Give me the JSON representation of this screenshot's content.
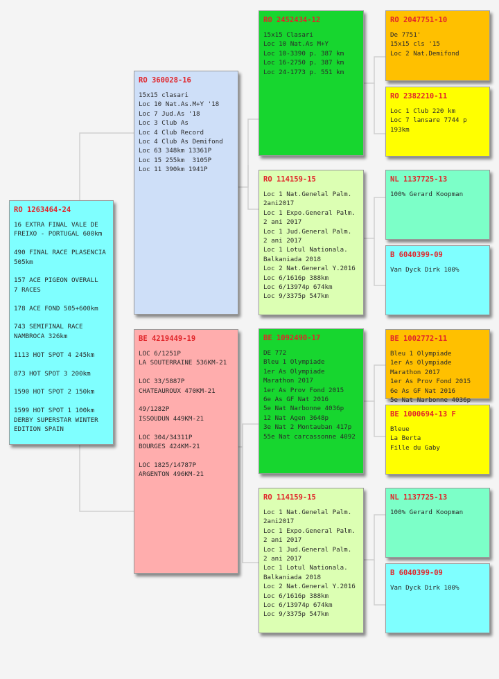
{
  "cards": {
    "subject": {
      "ring": "RO 1263464-24",
      "text": "16 EXTRA FINAL VALE DE\nFREIXO - PORTUGAL 600km\n\n490 FINAL RACE PLASENCIA\n505km\n\n157 ACE PIGEON OVERALL\n7 RACES\n\n178 ACE FOND 505+600km\n\n743 SEMIFINAL RACE\nNAMBROCA 326km\n\n1113 HOT SPOT 4 245km\n\n873 HOT SPOT 3 200km\n\n1590 HOT SPOT 2 150km\n\n1599 HOT SPOT 1 100km\nDERBY SUPERSTAR WINTER\nEDITION SPAIN"
    },
    "sire": {
      "ring": "RO 360028-16",
      "text": "15x15 clasari\nLoc 10 Nat.As.M+Y '18\nLoc 7 Jud.As '18\nLoc 3 Club As\nLoc 4 Club Record\nLoc 4 Club As Demifond\nLoc 63 348km 13361P\nLoc 15 255km  3105P\nLoc 11 390km 1941P"
    },
    "dam": {
      "ring": "BE 4219449-19",
      "text": "LOC 6/1251P\nLA SOUTERRAINE 536KM-21\n\nLOC 33/5887P\nCHATEAUROUX 470KM-21\n\n49/1282P\nISSOUDUN 449KM-21\n\nLOC 304/34311P\nBOURGES 424KM-21\n\nLOC 1825/14787P\nARGENTON 496KM-21"
    },
    "ss": {
      "ring": "RO 2452434-12",
      "text": "15x15 Clasari\nLoc 10 Nat.As M+Y\nLoc 10-3390 p. 387 km\nLoc 16-2750 p. 387 km\nLoc 24-1773 p. 551 km"
    },
    "sd": {
      "ring": "RO 114159-15",
      "text": "Loc 1 Nat.Genelal Palm.\n2ani2017\nLoc 1 Expo.General Palm.\n2 ani 2017\nLoc 1 Jud.General Palm.\n2 ani 2017\nLoc 1 Lotul Nationala.\nBalkaniada 2018\nLoc 2 Nat.General Y.2016\nLoc 6/1616p 388km\nLoc 6/13974p 674km\nLoc 9/3375p 547km"
    },
    "ds": {
      "ring": "BE 1092490-17",
      "text": "DE 772\nBleu 1 Olympiade\n1er As Olympiade\nMarathon 2017\n1er As Prov Fond 2015\n6e As GF Nat 2016\n5e Nat Narbonne 4036p\n12 Nat Agen 3648p\n3e Nat 2 Montauban 417p\n55e Nat carcassonne 4092"
    },
    "dd": {
      "ring": "RO 114159-15",
      "text": "Loc 1 Nat.Genelal Palm.\n2ani2017\nLoc 1 Expo.General Palm.\n2 ani 2017\nLoc 1 Jud.General Palm.\n2 ani 2017\nLoc 1 Lotul Nationala.\nBalkaniada 2018\nLoc 2 Nat.General Y.2016\nLoc 6/1616p 388km\nLoc 6/13974p 674km\nLoc 9/3375p 547km"
    },
    "sss": {
      "ring": "RO 2047751-10",
      "text": "De 7751'\n15x15 cls '15\nLoc 2 Nat.Demifond"
    },
    "ssd": {
      "ring": "RO 2382210-11",
      "text": "Loc 1 Club 220 km\nLoc 7 lansare 7744 p\n193km"
    },
    "sds": {
      "ring": "NL 1137725-13",
      "text": "100% Gerard Koopman"
    },
    "sdd": {
      "ring": "B 6040399-09",
      "text": "Van Dyck Dirk 100%"
    },
    "dss": {
      "ring": "BE 1002772-11",
      "text": "Bleu 1 Olympiade\n1er As Olympiade\nMarathon 2017\n1er As Prov Fond 2015\n6e As GF Nat 2016\n5e Nat Narbonne 4036p"
    },
    "dsd": {
      "ring": "BE 1000694-13 F",
      "text": "Bleue\nLa Berta\nFille du Gaby"
    },
    "dds": {
      "ring": "NL 1137725-13",
      "text": "100% Gerard Koopman"
    },
    "ddd": {
      "ring": "B 6040399-09",
      "text": "Van Dyck Dirk 100%"
    }
  },
  "colors": {
    "ring_text": "#e1252a",
    "connector": "#d0d0d0",
    "background": "#f4f4f4"
  }
}
